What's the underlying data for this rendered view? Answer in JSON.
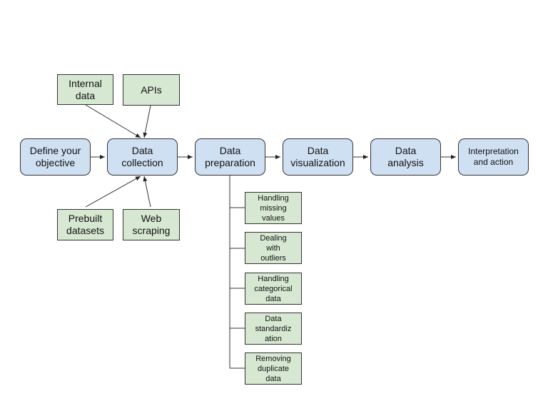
{
  "colors": {
    "step_fill": "#cfe0f3",
    "source_fill": "#d6e8d2",
    "line": "#333333"
  },
  "steps": [
    {
      "id": "objective",
      "label": "Define your\nobjective"
    },
    {
      "id": "collection",
      "label": "Data\ncollection"
    },
    {
      "id": "preparation",
      "label": "Data\npreparation"
    },
    {
      "id": "visualization",
      "label": "Data\nvisualization"
    },
    {
      "id": "analysis",
      "label": "Data\nanalysis"
    },
    {
      "id": "interpretation",
      "label": "Interpretation\nand action"
    }
  ],
  "sources": [
    {
      "id": "internal",
      "label": "Internal\ndata"
    },
    {
      "id": "apis",
      "label": "APIs"
    },
    {
      "id": "prebuilt",
      "label": "Prebuilt\ndatasets"
    },
    {
      "id": "webscraping",
      "label": "Web\nscraping"
    }
  ],
  "preparation_tasks": [
    {
      "id": "missing",
      "label": "Handling\nmissing\nvalues"
    },
    {
      "id": "outliers",
      "label": "Dealing\nwith\noutliers"
    },
    {
      "id": "categorical",
      "label": "Handling\ncategorical\ndata"
    },
    {
      "id": "standardization",
      "label": "Data\nstandardiz\nation"
    },
    {
      "id": "duplicates",
      "label": "Removing\nduplicate\ndata"
    }
  ]
}
